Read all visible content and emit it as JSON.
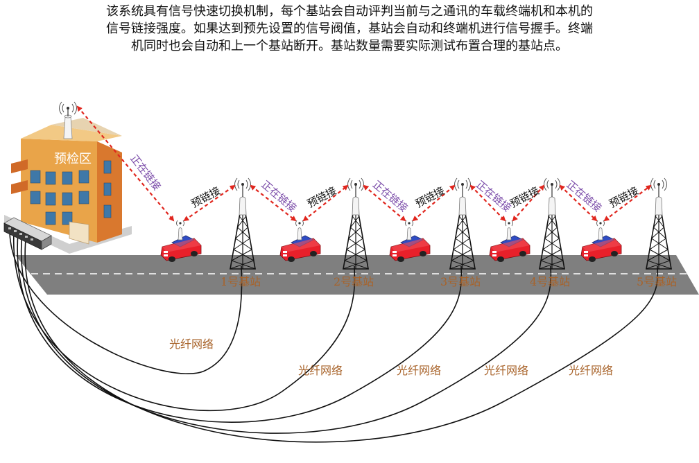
{
  "intro": {
    "line1": "该系统具有信号快速切换机制，每个基站会自动评判当前与之通讯的车载终端机和本机的",
    "line2": "信号链接强度。如果达到预先设置的信号阀值，基站会自动和终端机进行信号握手。终端",
    "line3": "机同时也会自动和上一个基站断开。基站数量需要实际测试布置合理的基站点。"
  },
  "building": {
    "label": "预检区"
  },
  "stations": [
    {
      "label": "1号基站"
    },
    {
      "label": "2号基站"
    },
    {
      "label": "3号基站"
    },
    {
      "label": "4号基站"
    },
    {
      "label": "5号基站"
    }
  ],
  "links": {
    "connecting": "正在链接",
    "pre_link": "预链接"
  },
  "fiber": {
    "label": "光纤网络"
  },
  "colors": {
    "road": "#7f7f7f",
    "road_line": "#ffffff",
    "connecting": "#7a4ba8",
    "pre_link": "#111111",
    "link_arrow": "#e0261e",
    "label": "#a8632a",
    "building_wall": "#e9a449",
    "building_side": "#d9782e",
    "car_body": "#e8202a",
    "car_cabin": "#2f4cc4"
  },
  "icons": {
    "tower": "radio-tower-icon",
    "car": "vehicle-terminal-icon",
    "switch": "network-switch-icon",
    "building": "building-icon"
  }
}
